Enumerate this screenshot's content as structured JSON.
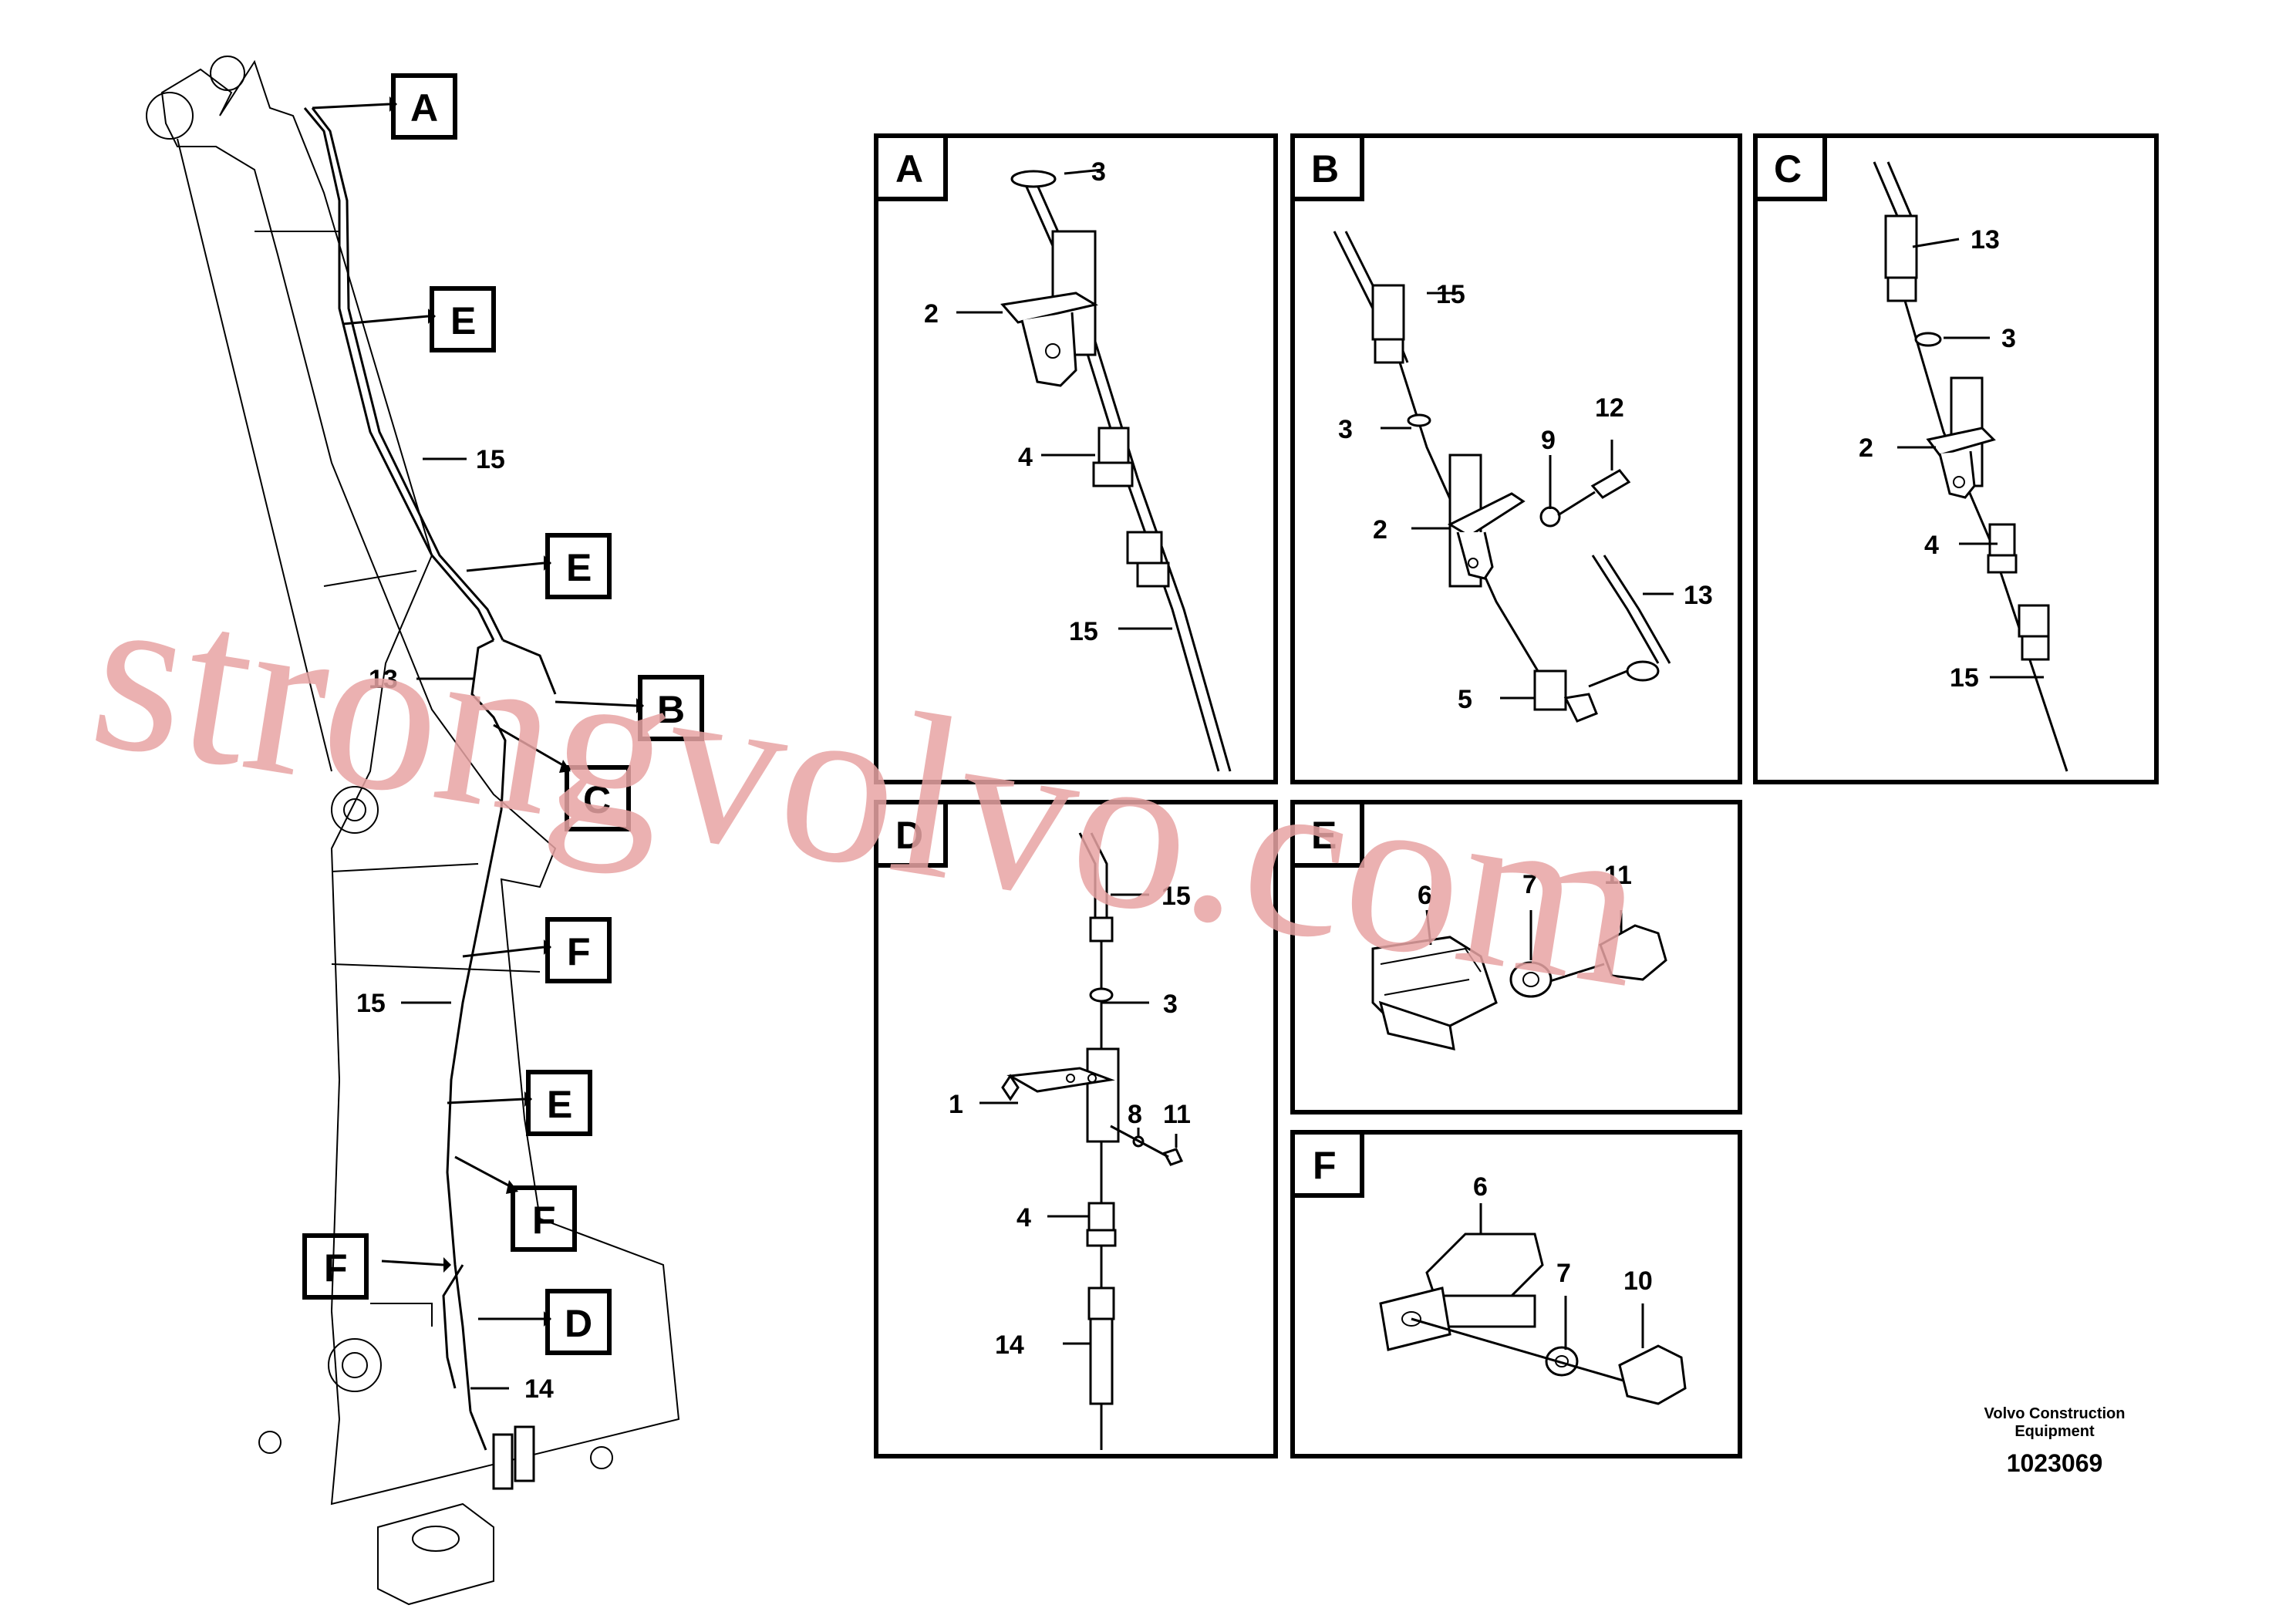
{
  "main_view": {
    "labels": {
      "A": "A",
      "E1": "E",
      "p15a": "15",
      "E2": "E",
      "p13": "13",
      "B": "B",
      "C": "C",
      "F1": "F",
      "p15b": "15",
      "E3": "E",
      "F2": "F",
      "F3": "F",
      "D": "D",
      "p14": "14"
    }
  },
  "panels": {
    "A": {
      "letter": "A",
      "callouts": {
        "c3": "3",
        "c2": "2",
        "c4": "4",
        "c15": "15"
      }
    },
    "B": {
      "letter": "B",
      "callouts": {
        "c15": "15",
        "c3": "3",
        "c9": "9",
        "c12": "12",
        "c2": "2",
        "c13": "13",
        "c5": "5"
      }
    },
    "C": {
      "letter": "C",
      "callouts": {
        "c13": "13",
        "c3": "3",
        "c2": "2",
        "c4": "4",
        "c15": "15"
      }
    },
    "D": {
      "letter": "D",
      "callouts": {
        "c15": "15",
        "c3": "3",
        "c1": "1",
        "c8": "8",
        "c11": "11",
        "c4": "4",
        "c14": "14"
      }
    },
    "E": {
      "letter": "E",
      "callouts": {
        "c6": "6",
        "c7": "7",
        "c11": "11"
      }
    },
    "F": {
      "letter": "F",
      "callouts": {
        "c6": "6",
        "c7": "7",
        "c10": "10"
      }
    }
  },
  "brand": {
    "line1": "Volvo Construction",
    "line2": "Equipment",
    "doc_number": "1023069"
  },
  "watermark": "strongvolvo.com",
  "colors": {
    "ink": "#000000",
    "watermark": "#e8a4a4",
    "background": "#ffffff"
  }
}
